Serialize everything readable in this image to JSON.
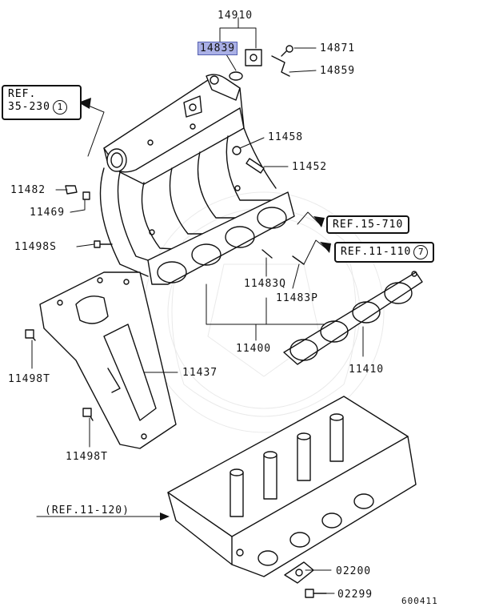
{
  "labels": {
    "p14910": "14910",
    "p14839": "14839",
    "p14871": "14871",
    "p14859": "14859",
    "p11458": "11458",
    "p11452": "11452",
    "p11482": "11482",
    "p11469": "11469",
    "p11498s": "11498S",
    "p11483q": "11483Q",
    "p11483p": "11483P",
    "p11400": "11400",
    "p11410": "11410",
    "p11498t_a": "11498T",
    "p11437": "11437",
    "p11498t_b": "11498T",
    "p02200": "02200",
    "p02299": "02299"
  },
  "refs": {
    "ref35_line1": "REF.",
    "ref35_line2": "35-230",
    "ref35_circle": "1",
    "ref15": "REF.15-710",
    "ref11_110": "REF.11-110",
    "ref11_110_circle": "7",
    "ref11_120": "(REF.11-120)"
  },
  "diagram_code": "600411",
  "colors": {
    "highlight": "#aab0e6",
    "ink": "#111111"
  }
}
